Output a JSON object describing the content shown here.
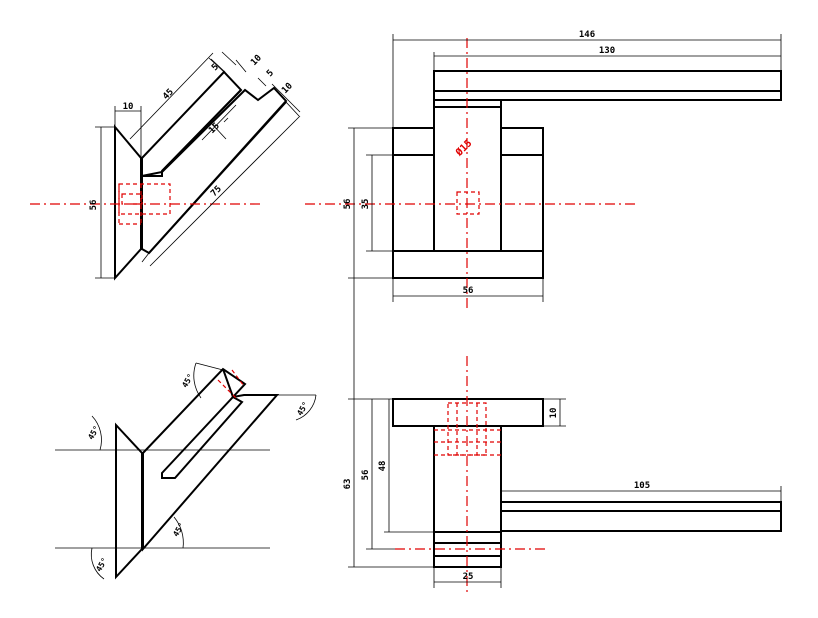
{
  "dimensions": {
    "top_left": {
      "width_10": "10",
      "length_45": "45",
      "thickness_5": "5",
      "thickness_10a": "10",
      "thickness_5b": "5",
      "thickness_10b": "10",
      "gap_15": "15",
      "length_75": "75",
      "height_56": "56"
    },
    "top_right": {
      "width_146": "146",
      "width_130": "130",
      "height_56": "56",
      "height_35": "35",
      "width_56": "56",
      "hub_label": "Ø15"
    },
    "bottom_right": {
      "width_105": "105",
      "height_63": "63",
      "height_56": "56",
      "height_48": "48",
      "thickness_10": "10",
      "width_25": "25"
    }
  },
  "angles": {
    "a1": "45°",
    "a2": "45°",
    "a3": "45°",
    "a4": "45°",
    "a5": "45°"
  }
}
